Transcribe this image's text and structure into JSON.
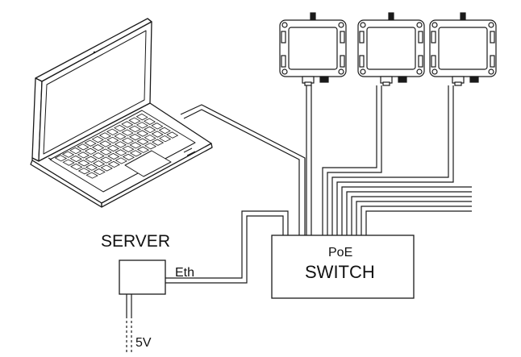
{
  "labels": {
    "server": "SERVER",
    "eth": "Eth",
    "power": "5V",
    "switch_top": "PoE",
    "switch_main": "SWITCH"
  },
  "colors": {
    "stroke": "#1a1a1a",
    "fill": "#ffffff"
  }
}
